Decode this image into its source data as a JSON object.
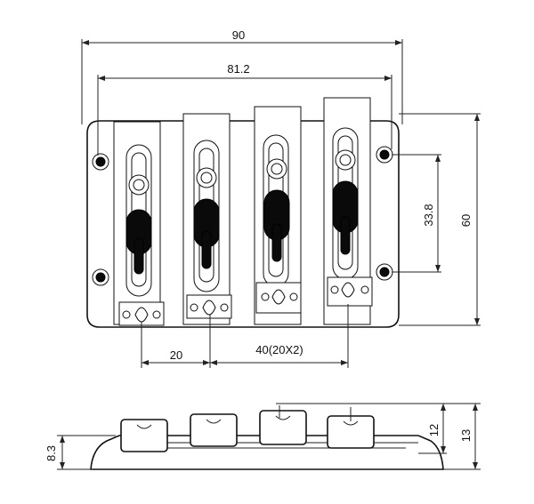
{
  "dimensions": {
    "total_width": "90",
    "hole_spacing": "81.2",
    "height_total": "60",
    "mount_hole_spacing": "33.8",
    "string_offset": "20",
    "string_spacing": "40(20X2)",
    "saddle_height": "12",
    "overall_height": "13",
    "base_height": "8.3"
  },
  "colors": {
    "line": "#111111",
    "background": "#ffffff"
  }
}
